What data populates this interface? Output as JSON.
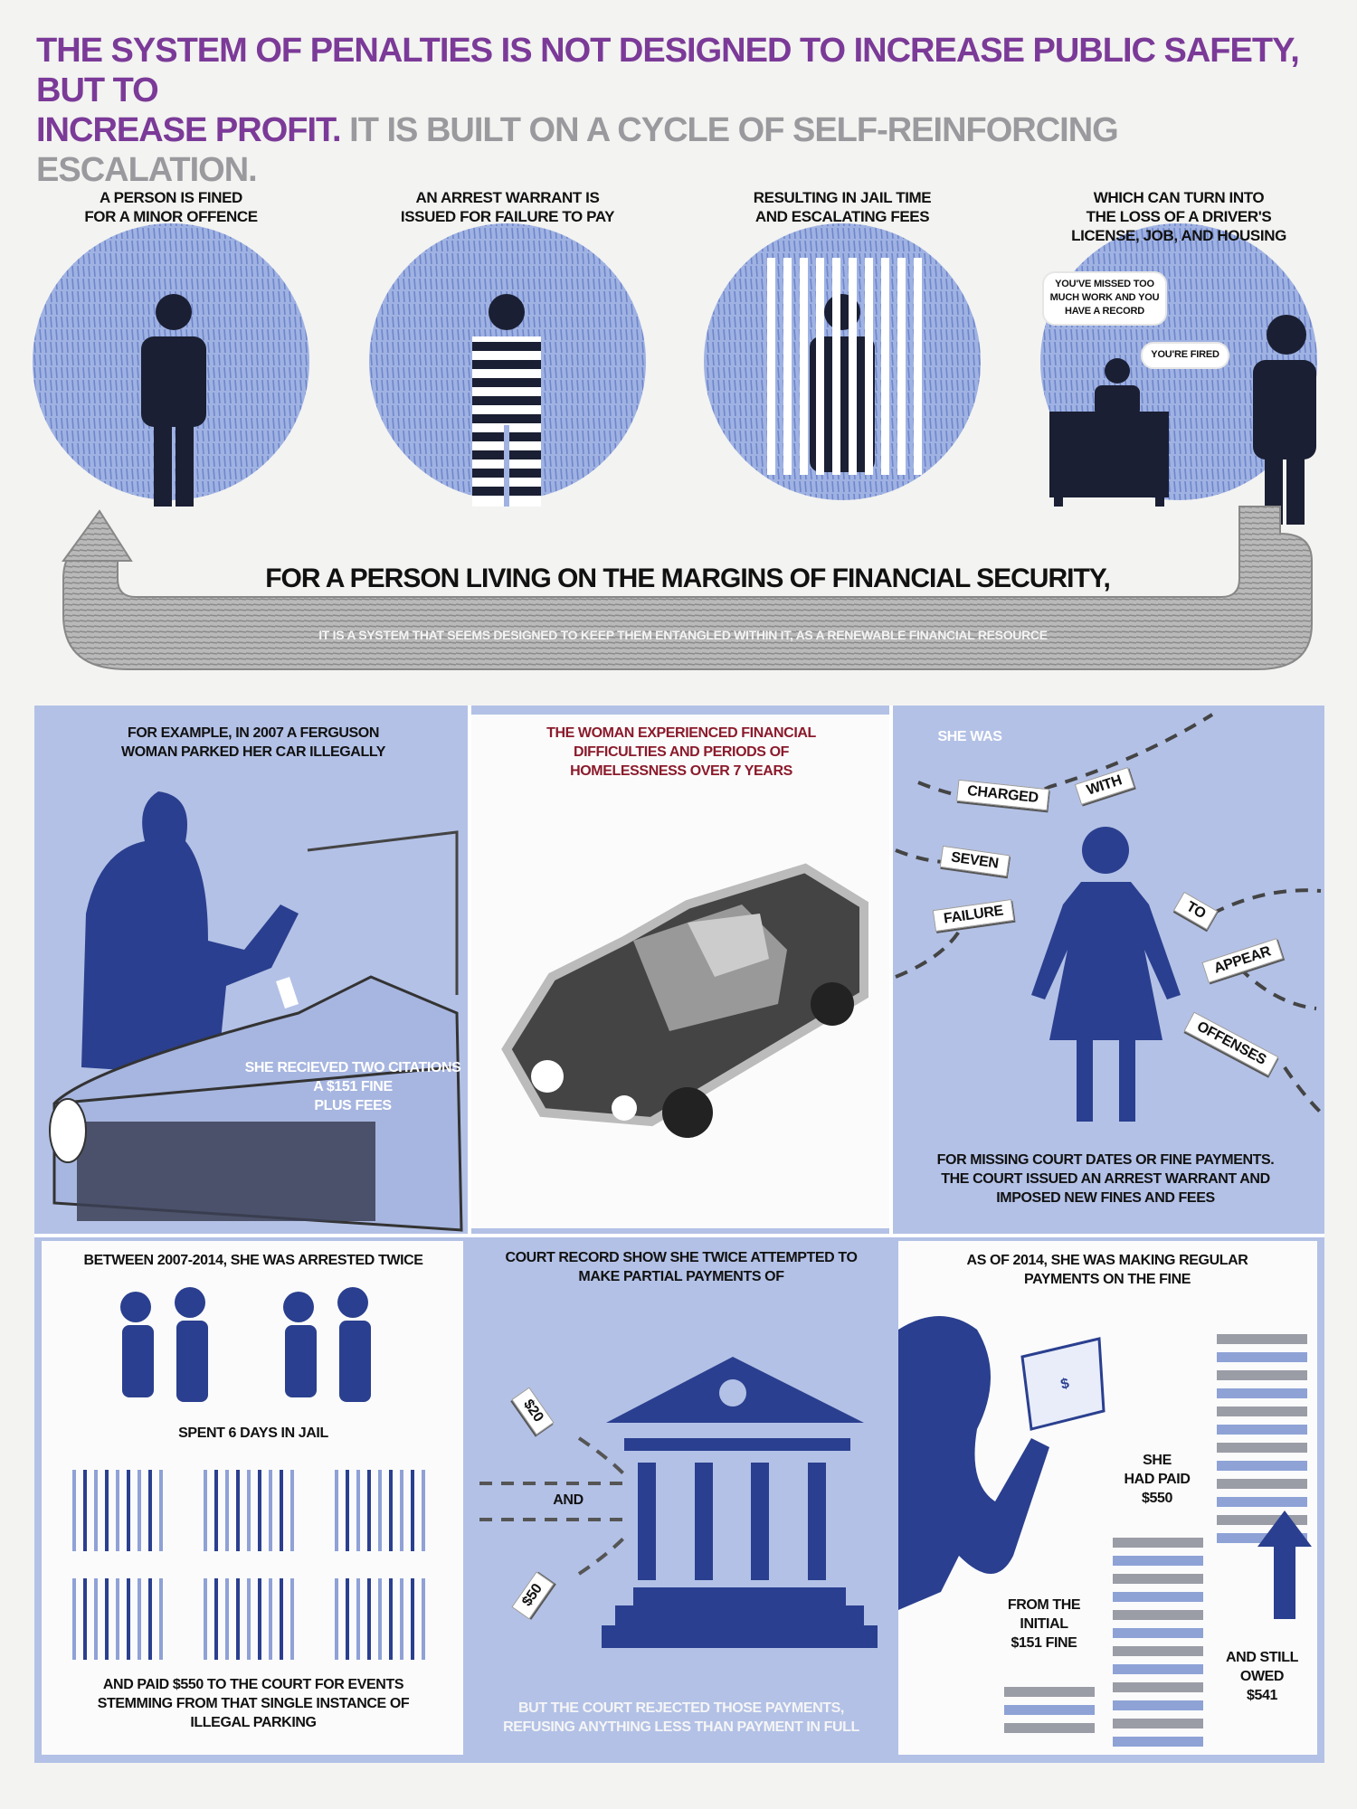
{
  "header": {
    "title_highlight": "THE SYSTEM OF PENALTIES IS NOT DESIGNED TO INCREASE PUBLIC SAFETY, BUT TO\nINCREASE PROFIT.",
    "title_rest": " IT IS BUILT ON A CYCLE OF SELF-REINFORCING ESCALATION."
  },
  "cycle": {
    "steps": [
      {
        "caption": "A PERSON IS FINED\nFOR A MINOR OFFENCE"
      },
      {
        "caption": "AN ARREST WARRANT IS\nISSUED FOR FAILURE TO PAY"
      },
      {
        "caption": "RESULTING IN JAIL TIME\nAND ESCALATING FEES"
      },
      {
        "caption": "WHICH CAN TURN INTO\nTHE LOSS OF A DRIVER'S\nLICENSE, JOB, AND HOUSING"
      }
    ],
    "bubble_1": "YOU'VE MISSED TOO\nMUCH WORK AND YOU\nHAVE A RECORD",
    "bubble_2": "YOU'RE FIRED",
    "arrow_heading": "FOR A PERSON LIVING ON THE MARGINS OF FINANCIAL SECURITY,",
    "arrow_subtext": "IT IS A SYSTEM THAT SEEMS DESIGNED TO KEEP THEM ENTANGLED WITHIN IT, AS A RENEWABLE FINANCIAL RESOURCE"
  },
  "panels": {
    "p1": {
      "top": "FOR EXAMPLE, IN 2007 A FERGUSON\nWOMAN PARKED HER CAR ILLEGALLY",
      "bottom": "SHE RECIEVED TWO CITATIONS\nA $151 FINE\nPLUS FEES"
    },
    "p2": {
      "top": "THE WOMAN EXPERIENCED FINANCIAL\nDIFFICULTIES AND PERIODS OF\nHOMELESSNESS OVER 7 YEARS"
    },
    "p3": {
      "top": "SHE WAS",
      "tags": [
        "CHARGED",
        "WITH",
        "SEVEN",
        "FAILURE",
        "TO",
        "APPEAR",
        "OFFENSES"
      ],
      "bottom": "FOR MISSING COURT DATES OR FINE PAYMENTS.\nTHE COURT ISSUED AN ARREST WARRANT AND\nIMPOSED NEW FINES AND FEES"
    },
    "p4": {
      "top": "BETWEEN 2007-2014, SHE WAS ARRESTED TWICE",
      "middle": "SPENT 6 DAYS IN JAIL",
      "bottom": "AND PAID $550 TO THE COURT FOR EVENTS\nSTEMMING FROM THAT SINGLE INSTANCE OF\nILLEGAL PARKING"
    },
    "p5": {
      "top": "COURT RECORD SHOW SHE TWICE ATTEMPTED TO\nMAKE PARTIAL PAYMENTS OF",
      "payment_1": "$20",
      "and": "AND",
      "payment_2": "$50",
      "bottom": "BUT THE COURT REJECTED THOSE PAYMENTS,\nREFUSING ANYTHING LESS THAN PAYMENT IN FULL"
    },
    "p6": {
      "top": "AS OF 2014, SHE WAS MAKING REGULAR\nPAYMENTS ON THE FINE",
      "bill": "$",
      "paid": "SHE\nHAD PAID\n$550",
      "initial": "FROM THE\nINITIAL\n$151 FINE",
      "owed": "AND STILL\nOWED\n$541"
    }
  },
  "colors": {
    "purple": "#7b3a98",
    "grey": "#9a9a9e",
    "panel_blue": "#b3c1e6",
    "ink_blue": "#2a3f8f",
    "dark_red": "#8b1a2b"
  }
}
